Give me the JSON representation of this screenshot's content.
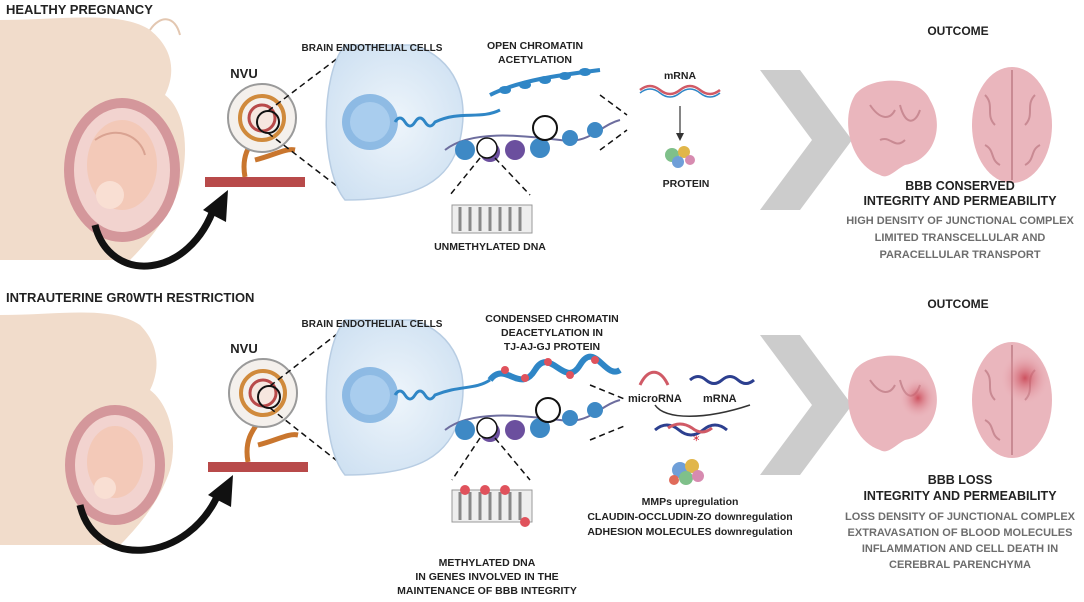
{
  "colors": {
    "skin": "#f1dccb",
    "uterus": "#c98a8f",
    "vessel": "#b84a4a",
    "endothelial": "#dbe9f6",
    "dna_blue": "#2f86c6",
    "histone_purple": "#6b4f9e",
    "brain_pink": "#eab6bd",
    "damage_red": "#d05a66",
    "chevron_grey": "#c9c9c9",
    "outcome_text_grey": "#6d6d6d"
  },
  "top": {
    "title": "HEALTHY PREGNANCY",
    "nvu": "NVU",
    "endothelial": "BRAIN ENDOTHELIAL CELLS",
    "chromatin_line1": "OPEN CHROMATIN",
    "chromatin_line2": "ACETYLATION",
    "mrna": "mRNA",
    "protein": "PROTEIN",
    "dna": "UNMETHYLATED DNA",
    "outcome": "OUTCOME",
    "result_line1": "BBB CONSERVED",
    "result_line2": "INTEGRITY AND PERMEABILITY",
    "detail_line1": "HIGH DENSITY OF JUNCTIONAL COMPLEX",
    "detail_line2": "LIMITED TRANSCELLULAR AND",
    "detail_line3": "PARACELLULAR TRANSPORT"
  },
  "bottom": {
    "title": "INTRAUTERINE GR0WTH RESTRICTION",
    "nvu": "NVU",
    "endothelial": "BRAIN ENDOTHELIAL CELLS",
    "chromatin_line1": "CONDENSED CHROMATIN",
    "chromatin_line2": "DEACETYLATION IN",
    "chromatin_line3": "TJ-AJ-GJ PROTEIN",
    "microrna": "microRNA",
    "mrna": "mRNA",
    "effect_line1": "MMPs upregulation",
    "effect_line2": "CLAUDIN-OCCLUDIN-ZO downregulation",
    "effect_line3": "ADHESION MOLECULES downregulation",
    "dna_line1": "METHYLATED DNA",
    "dna_line2": "IN GENES INVOLVED IN THE",
    "dna_line3": "MAINTENANCE OF BBB INTEGRITY",
    "outcome": "OUTCOME",
    "result_line1": "BBB LOSS",
    "result_line2": "INTEGRITY AND PERMEABILITY",
    "detail_line1": "LOSS DENSITY OF JUNCTIONAL COMPLEX",
    "detail_line2": "EXTRAVASATION OF BLOOD MOLECULES",
    "detail_line3": "INFLAMMATION AND CELL DEATH IN",
    "detail_line4": "CEREBRAL PARENCHYMA"
  }
}
